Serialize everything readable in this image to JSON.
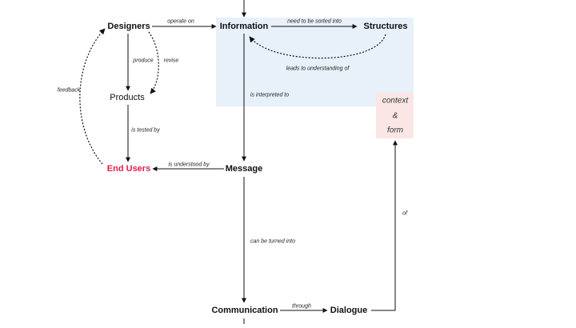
{
  "nodes": {
    "designers": "Designers",
    "information": "Information",
    "structures": "Structures",
    "products": "Products",
    "end_users": "End Users",
    "message": "Message",
    "communication": "Communication",
    "dialogue": "Dialogue"
  },
  "context_box": {
    "line1": "context",
    "line2": "&",
    "line3": "form"
  },
  "edges": {
    "operate_on": "operate on",
    "need_sorted": "need to be sorted into",
    "leads_to": "leads to understanding of",
    "produce": "produce",
    "revise": "revise",
    "feedback": "feedback",
    "is_tested_by": "is tested by",
    "is_interpreted_to": "is interpreted to",
    "is_understood_by": "is understood  by",
    "can_be_turned_into": "can be turned into",
    "through": "through",
    "of": "of"
  },
  "colors": {
    "info_region": "#e8f0fa",
    "context_region": "#fbe6e6",
    "end_users_text": "#e0204a",
    "stroke": "#111111"
  }
}
